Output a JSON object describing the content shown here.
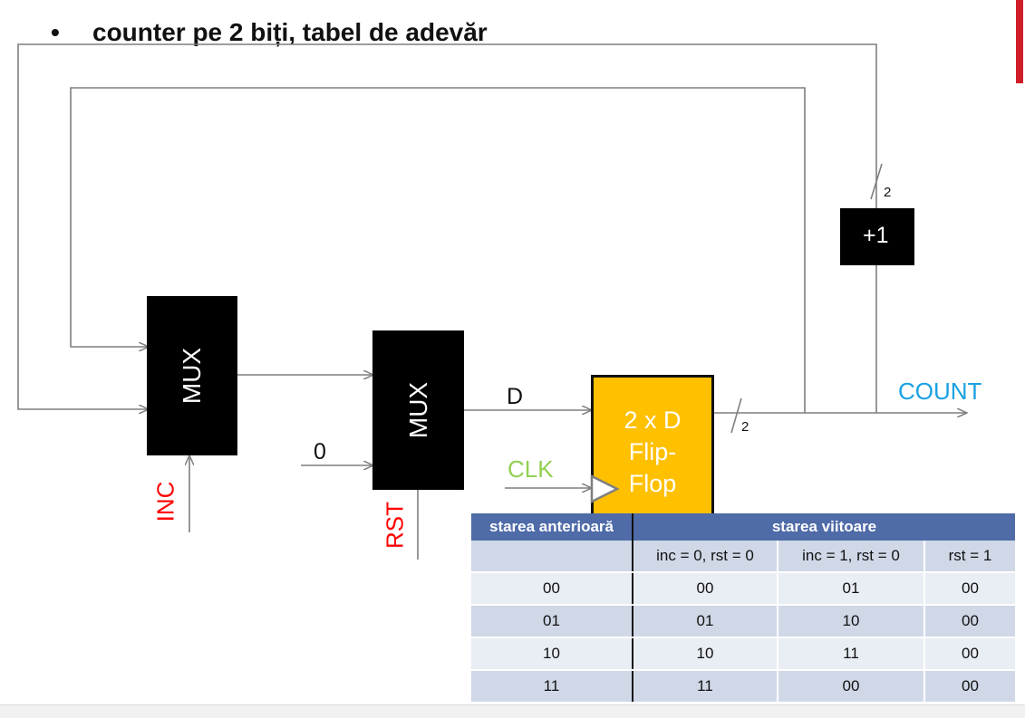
{
  "slide": {
    "bullet": "•",
    "title": "counter pe 2 biți, tabel de adevăr"
  },
  "diagram": {
    "mux1_label": "MUX",
    "mux2_label": "MUX",
    "incrementer_label": "+1",
    "flipflop_lines": [
      "2 x D",
      "Flip-",
      "Flop"
    ],
    "signals": {
      "inc": "INC",
      "rst": "RST",
      "zero": "0",
      "d": "D",
      "clk": "CLK",
      "count": "COUNT",
      "bus_width_top": "2",
      "bus_width_out": "2"
    },
    "colors": {
      "flipflop_fill": "#FFC000",
      "block_fill": "#000000",
      "input_red": "#FF0000",
      "clk_green": "#92D050",
      "count_blue": "#1BA1E2",
      "wire": "#7f7f7f"
    }
  },
  "table": {
    "headers": {
      "previous_state": "starea anterioară",
      "next_state": "starea viitoare"
    },
    "subheaders": [
      "",
      "inc = 0, rst = 0",
      "inc = 1, rst = 0",
      "rst  = 1"
    ],
    "rows": [
      [
        "00",
        "00",
        "01",
        "00"
      ],
      [
        "01",
        "01",
        "10",
        "00"
      ],
      [
        "10",
        "10",
        "11",
        "00"
      ],
      [
        "11",
        "11",
        "00",
        "00"
      ]
    ],
    "colors": {
      "header": "#4F6BA8",
      "row_dark": "#D0D8E8",
      "row_light": "#E9EDF4"
    }
  }
}
